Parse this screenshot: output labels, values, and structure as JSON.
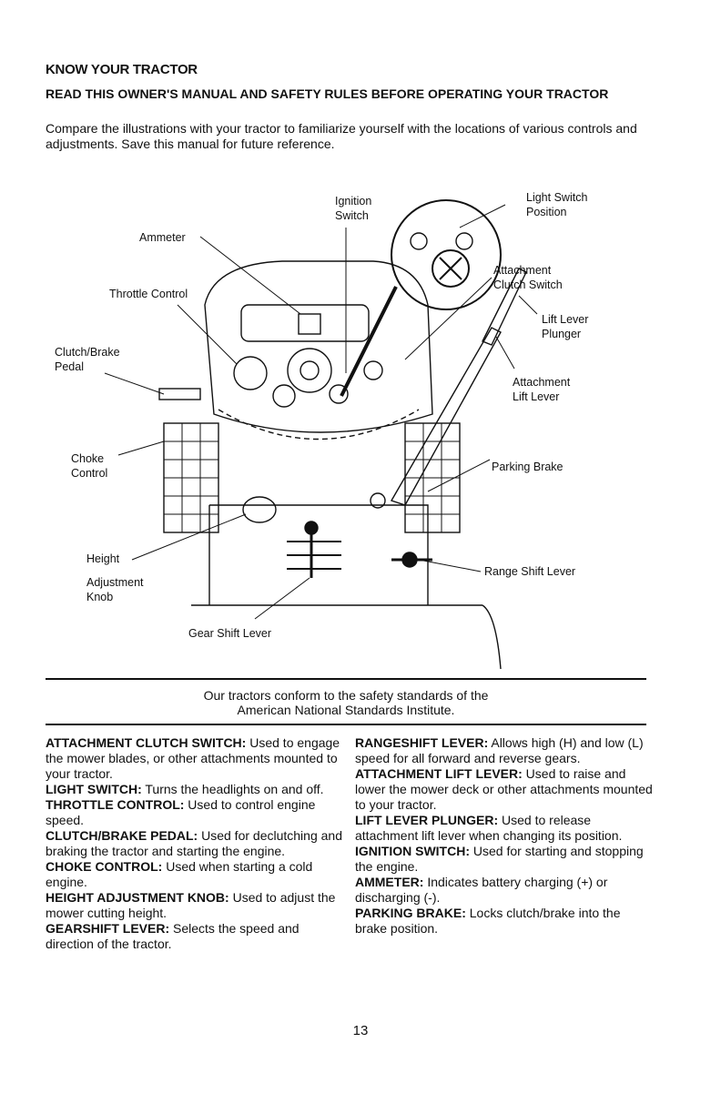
{
  "header": {
    "title": "KNOW YOUR TRACTOR",
    "subtitle": "READ THIS OWNER'S MANUAL AND SAFETY RULES BEFORE OPERATING YOUR TRACTOR",
    "intro": "Compare the illustrations with your tractor to familiarize yourself with the locations of various controls and adjustments. Save this manual for future reference."
  },
  "diagram": {
    "labels": {
      "ignition_1": "Ignition",
      "ignition_2": "Switch",
      "light_1": "Light Switch",
      "light_2": "Position",
      "ammeter": "Ammeter",
      "throttle": "Throttle Control",
      "attach_clutch_1": "Attachment",
      "attach_clutch_2": "Clutch Switch",
      "lift_plunger_1": "Lift Lever",
      "lift_plunger_2": "Plunger",
      "clutch_1": "Clutch/Brake",
      "clutch_2": "Pedal",
      "attach_lift_1": "Attachment",
      "attach_lift_2": "Lift Lever",
      "choke_1": "Choke",
      "choke_2": "Control",
      "parking": "Parking Brake",
      "height_1": "Height",
      "height_2": "Adjustment",
      "height_3": "Knob",
      "range": "Range Shift Lever",
      "gear": "Gear Shift Lever"
    }
  },
  "note": {
    "line1": "Our tractors conform to the safety standards of the",
    "line2": "American National Standards Institute."
  },
  "left_column": [
    {
      "term": "ATTACHMENT CLUTCH SWITCH:",
      "desc": " Used to engage the mower blades, or other attachments mounted to your tractor."
    },
    {
      "term": "LIGHT SWITCH:",
      "desc": " Turns the headlights on and off."
    },
    {
      "term": "THROTTLE CONTROL:",
      "desc": " Used to control engine speed."
    },
    {
      "term": "CLUTCH/BRAKE PEDAL:",
      "desc": " Used for declutching and braking the tractor and starting the engine."
    },
    {
      "term": "CHOKE CONTROL:",
      "desc": " Used when starting a cold engine."
    },
    {
      "term": "HEIGHT ADJUSTMENT KNOB:",
      "desc": " Used to adjust the mower cutting height."
    },
    {
      "term": "GEARSHIFT LEVER:",
      "desc": " Selects the speed and direction of the tractor."
    }
  ],
  "right_column": [
    {
      "term": "RANGESHIFT LEVER:",
      "desc": " Allows high (H) and low (L) speed for all forward and reverse gears."
    },
    {
      "term": "ATTACHMENT LIFT LEVER:",
      "desc": " Used to raise and lower the mower deck or other attachments mounted to your tractor."
    },
    {
      "term": "LIFT LEVER PLUNGER:",
      "desc": " Used to release attachment lift lever when changing its position."
    },
    {
      "term": "IGNITION SWITCH:",
      "desc": " Used for starting and stopping the engine."
    },
    {
      "term": "AMMETER:",
      "desc": " Indicates battery charging (+) or discharging (-)."
    },
    {
      "term": "PARKING BRAKE:",
      "desc": " Locks clutch/brake into the brake position."
    }
  ],
  "page_number": "13"
}
